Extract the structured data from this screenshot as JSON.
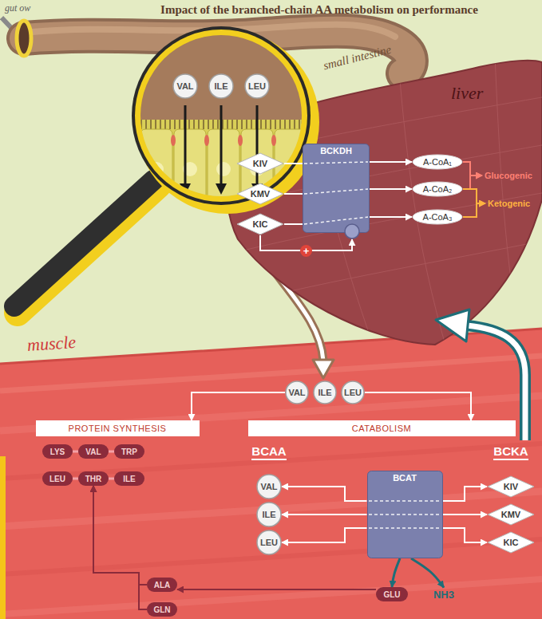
{
  "diagram": {
    "title": "Impact of the branched-chain AA metabolism on performance",
    "nodes": [
      {
        "text": [
          "VAL"
        ]
      },
      {
        "text": [
          "ILE"
        ]
      },
      {
        "text": [
          "LEU"
        ]
      },
      {
        "text": [
          "KIV"
        ]
      },
      {
        "text": [
          "KMV"
        ]
      },
      {
        "text": [
          "KIC"
        ]
      },
      {
        "text": [
          "BCKDH"
        ]
      },
      {
        "text": [
          "A-CoA₁"
        ]
      },
      {
        "text": [
          "A-CoA₂"
        ]
      },
      {
        "text": [
          "A-CoA₃"
        ]
      },
      {
        "text": [
          "Glucogenic"
        ]
      },
      {
        "text": [
          "Ketogenic"
        ]
      },
      {
        "text": [
          "VAL"
        ]
      },
      {
        "text": [
          "ILE"
        ]
      },
      {
        "text": [
          "LEU"
        ]
      },
      {
        "text": [
          "PROTEIN SYNTHESIS"
        ]
      },
      {
        "text": [
          "CATABOLISM"
        ]
      },
      {
        "text": [
          "LYS"
        ]
      },
      {
        "text": [
          "VAL"
        ]
      },
      {
        "text": [
          "TRP"
        ]
      },
      {
        "text": [
          "LEU"
        ]
      },
      {
        "text": [
          "THR"
        ]
      },
      {
        "text": [
          "ILE"
        ]
      },
      {
        "text": [
          "VAL"
        ]
      },
      {
        "text": [
          "ILE"
        ]
      },
      {
        "text": [
          "LEU"
        ]
      },
      {
        "text": [
          "BCAT"
        ]
      },
      {
        "text": [
          "KIV"
        ]
      },
      {
        "text": [
          "KMV"
        ]
      },
      {
        "text": [
          "KIC"
        ]
      },
      {
        "text": [
          "GLU"
        ]
      },
      {
        "text": [
          "NH3"
        ]
      },
      {
        "text": [
          "ALA"
        ]
      },
      {
        "text": [
          "GLN"
        ]
      }
    ],
    "edges": [
      {
        "from": 3,
        "to": 6,
        "arrow": "none"
      },
      {
        "from": 4,
        "to": 6,
        "arrow": "none"
      },
      {
        "from": 5,
        "to": 6,
        "arrow": "none"
      },
      {
        "from": 5,
        "to": 6,
        "arrow": "to",
        "label": "+"
      },
      {
        "from": 6,
        "to": 7,
        "arrow": "to"
      },
      {
        "from": 6,
        "to": 8,
        "arrow": "to"
      },
      {
        "from": 6,
        "to": 9,
        "arrow": "to"
      },
      {
        "from": 7,
        "to": 10,
        "arrow": "to"
      },
      {
        "from": 8,
        "to": 10,
        "arrow": "to"
      },
      {
        "from": 8,
        "to": 11,
        "arrow": "to"
      },
      {
        "from": 9,
        "to": 11,
        "arrow": "to"
      },
      {
        "from": 12,
        "to": 15,
        "arrow": "to"
      },
      {
        "from": 14,
        "to": 16,
        "arrow": "to"
      },
      {
        "from": 17,
        "to": 18,
        "arrow": "none"
      },
      {
        "from": 18,
        "to": 19,
        "arrow": "none"
      },
      {
        "from": 20,
        "to": 21,
        "arrow": "none"
      },
      {
        "from": 21,
        "to": 22,
        "arrow": "none"
      },
      {
        "from": 26,
        "to": 23,
        "arrow": "to"
      },
      {
        "from": 26,
        "to": 24,
        "arrow": "to"
      },
      {
        "from": 26,
        "to": 25,
        "arrow": "to"
      },
      {
        "from": 26,
        "to": 27,
        "arrow": "to"
      },
      {
        "from": 26,
        "to": 28,
        "arrow": "to"
      },
      {
        "from": 26,
        "to": 29,
        "arrow": "to"
      },
      {
        "from": 26,
        "to": 30,
        "arrow": "to"
      },
      {
        "from": 26,
        "to": 31,
        "arrow": "to"
      },
      {
        "from": 30,
        "to": 32,
        "arrow": "to"
      },
      {
        "from": 32,
        "to": 21,
        "arrow": "to"
      },
      {
        "from": 33,
        "to": 21,
        "arrow": "to"
      }
    ],
    "labels": [
      "gut ow",
      "small intestine",
      "liver",
      "muscle",
      "BCAA",
      "BCKA"
    ]
  }
}
